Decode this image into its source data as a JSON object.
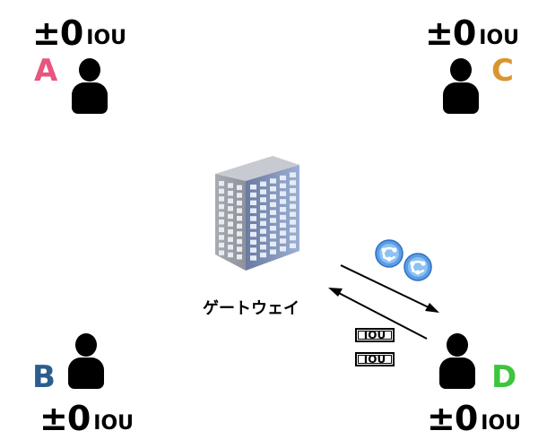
{
  "participants": {
    "a": {
      "letter": "A",
      "balance": "±0",
      "unit": "IOU",
      "color": "#e8557e"
    },
    "b": {
      "letter": "B",
      "balance": "±0",
      "unit": "IOU",
      "color": "#2d5d8e"
    },
    "c": {
      "letter": "C",
      "balance": "±0",
      "unit": "IOU",
      "color": "#d9962e"
    },
    "d": {
      "letter": "D",
      "balance": "±0",
      "unit": "IOU",
      "color": "#3ec43e"
    }
  },
  "gateway": {
    "label": "ゲートウェイ"
  },
  "iou_tags": [
    "IOU",
    "IOU"
  ],
  "icons": {
    "person": "person-icon",
    "building": "building-icon",
    "coin": "ripple-coin-icon"
  }
}
